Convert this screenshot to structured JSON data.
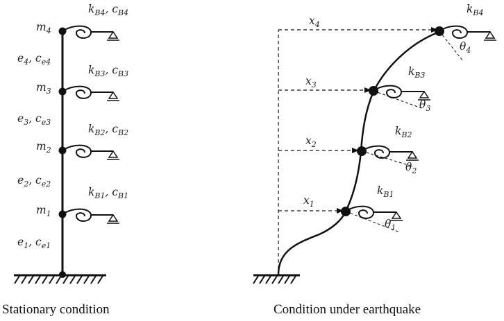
{
  "left_diagram": {
    "masses": [
      {
        "sym": "m",
        "sub": "4"
      },
      {
        "sym": "m",
        "sub": "3"
      },
      {
        "sym": "m",
        "sub": "2"
      },
      {
        "sym": "m",
        "sub": "1"
      }
    ],
    "springs": [
      {
        "k": "k",
        "ksub": "B4",
        "c": "c",
        "csub": "B4"
      },
      {
        "k": "k",
        "ksub": "B3",
        "c": "c",
        "csub": "B3"
      },
      {
        "k": "k",
        "ksub": "B2",
        "c": "c",
        "csub": "B2"
      },
      {
        "k": "k",
        "ksub": "B1",
        "c": "c",
        "csub": "B1"
      }
    ],
    "columns": [
      {
        "e": "e",
        "esub": "4",
        "c": "c",
        "csub": "e4"
      },
      {
        "e": "e",
        "esub": "3",
        "c": "c",
        "csub": "e3"
      },
      {
        "e": "e",
        "esub": "2",
        "c": "c",
        "csub": "e2"
      },
      {
        "e": "e",
        "esub": "1",
        "c": "c",
        "csub": "e1"
      }
    ],
    "caption": "Stationary condition"
  },
  "right_diagram": {
    "displacements": [
      {
        "sym": "x",
        "sub": "4"
      },
      {
        "sym": "x",
        "sub": "3"
      },
      {
        "sym": "x",
        "sub": "2"
      },
      {
        "sym": "x",
        "sub": "1"
      }
    ],
    "springs": [
      {
        "sym": "k",
        "sub": "B4"
      },
      {
        "sym": "k",
        "sub": "B3"
      },
      {
        "sym": "k",
        "sub": "B2"
      },
      {
        "sym": "k",
        "sub": "B1"
      }
    ],
    "rotations": [
      {
        "sym": "θ",
        "sub": "4"
      },
      {
        "sym": "θ",
        "sub": "3"
      },
      {
        "sym": "θ",
        "sub": "2"
      },
      {
        "sym": "θ",
        "sub": "1"
      }
    ],
    "caption": "Condition under earthquake"
  }
}
